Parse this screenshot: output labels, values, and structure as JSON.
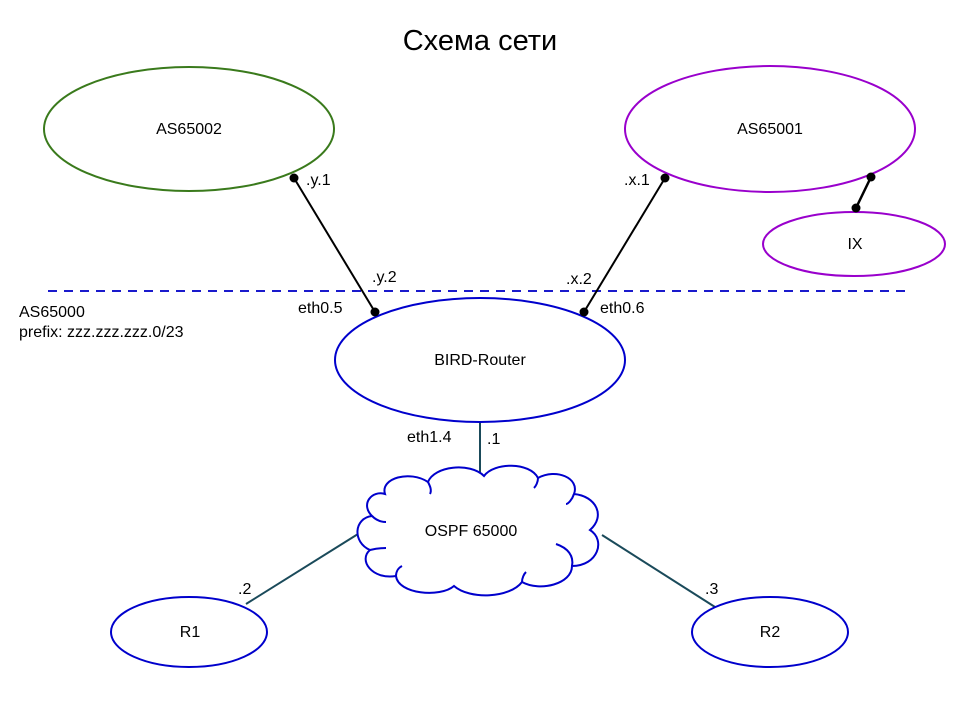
{
  "title": "Схема сети",
  "colors": {
    "as65002": "#3a7a1c",
    "as65001": "#9900cc",
    "local": "#0000cc",
    "bgp_link": "#000000",
    "ospf_link": "#1a4a5a",
    "boundary": "#1a1acc"
  },
  "local_as": {
    "name": "AS65000",
    "prefix": "prefix: zzz.zzz.zzz.0/23"
  },
  "nodes": {
    "as65002": "AS65002",
    "as65001": "AS65001",
    "ix": "IX",
    "bird": "BIRD-Router",
    "ospf": "OSPF 65000",
    "r1": "R1",
    "r2": "R2"
  },
  "links": {
    "as65002_bird": {
      "remote_addr": ".y.1",
      "local_addr": ".y.2",
      "iface": "eth0.5"
    },
    "as65001_bird": {
      "remote_addr": ".x.1",
      "local_addr": ".x.2",
      "iface": "eth0.6"
    },
    "bird_ospf": {
      "iface": "eth1.4",
      "addr": ".1"
    },
    "ospf_r1": {
      "addr": ".2"
    },
    "ospf_r2": {
      "addr": ".3"
    }
  }
}
